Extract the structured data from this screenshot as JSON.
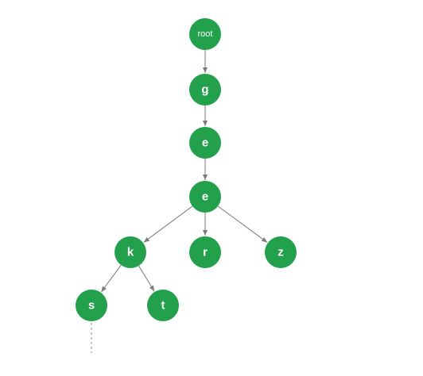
{
  "colors": {
    "node_fill": "#22a04b",
    "edge": "#7a7a7a",
    "label": "#ffffff"
  },
  "tree": {
    "nodes": [
      {
        "id": "root",
        "label": "root"
      },
      {
        "id": "g",
        "label": "g"
      },
      {
        "id": "e1",
        "label": "e"
      },
      {
        "id": "e2",
        "label": "e"
      },
      {
        "id": "k",
        "label": "k"
      },
      {
        "id": "r",
        "label": "r"
      },
      {
        "id": "z",
        "label": "z"
      },
      {
        "id": "s",
        "label": "s"
      },
      {
        "id": "t",
        "label": "t"
      }
    ],
    "edges": [
      {
        "from": "root",
        "to": "g"
      },
      {
        "from": "g",
        "to": "e1"
      },
      {
        "from": "e1",
        "to": "e2"
      },
      {
        "from": "e2",
        "to": "k"
      },
      {
        "from": "e2",
        "to": "r"
      },
      {
        "from": "e2",
        "to": "z"
      },
      {
        "from": "k",
        "to": "s"
      },
      {
        "from": "k",
        "to": "t"
      }
    ],
    "continuation_from": "s"
  }
}
